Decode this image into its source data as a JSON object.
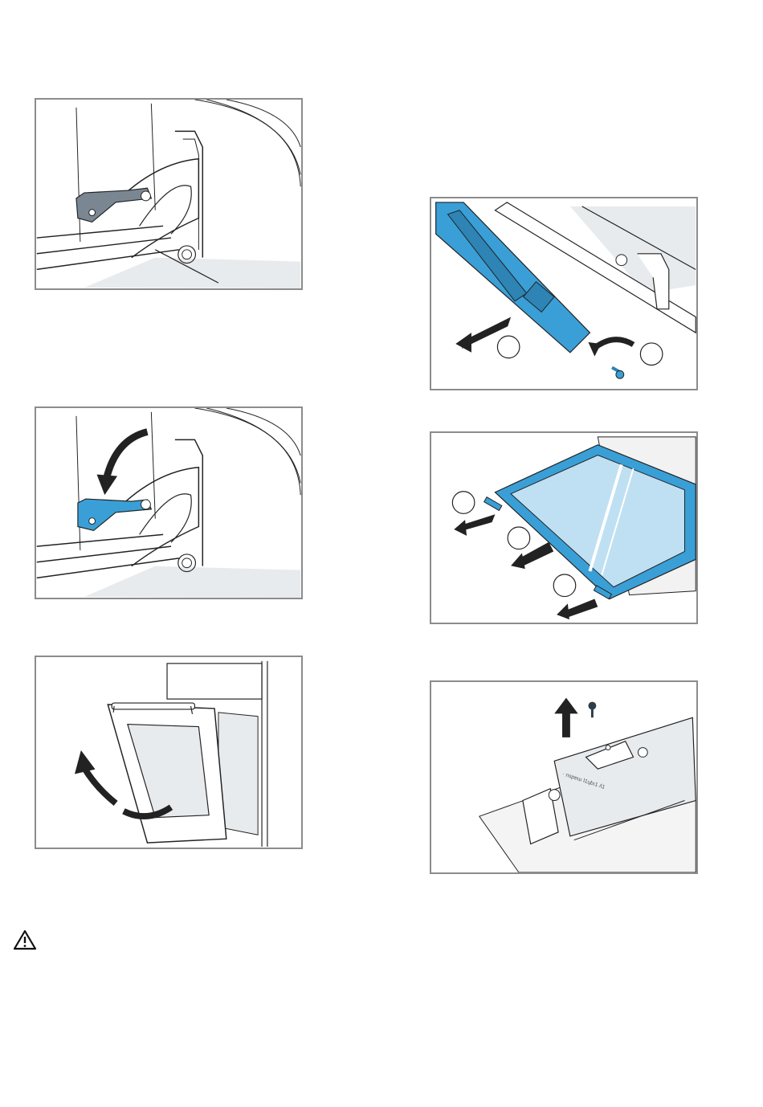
{
  "figures": [
    {
      "id": "fig-hinge-lever-closed",
      "label": ""
    },
    {
      "id": "fig-hinge-lever-open",
      "label": ""
    },
    {
      "id": "fig-door-removal",
      "label": ""
    },
    {
      "id": "fig-door-trim-removal",
      "label": ""
    },
    {
      "id": "fig-glass-pane-removal",
      "label": ""
    },
    {
      "id": "fig-bracket-screw-removal",
      "label": ""
    }
  ],
  "bracket_printed_text": "· nspɐɯ ʇ1ɥbı1 ʎ1",
  "icons": {
    "warning": "warning-triangle-icon"
  },
  "colors": {
    "accent": "#3a9fd6",
    "accent_light": "#bfe0f2",
    "shade": "#e8ebee",
    "line": "#222222",
    "frame": "#8c8c8c"
  }
}
